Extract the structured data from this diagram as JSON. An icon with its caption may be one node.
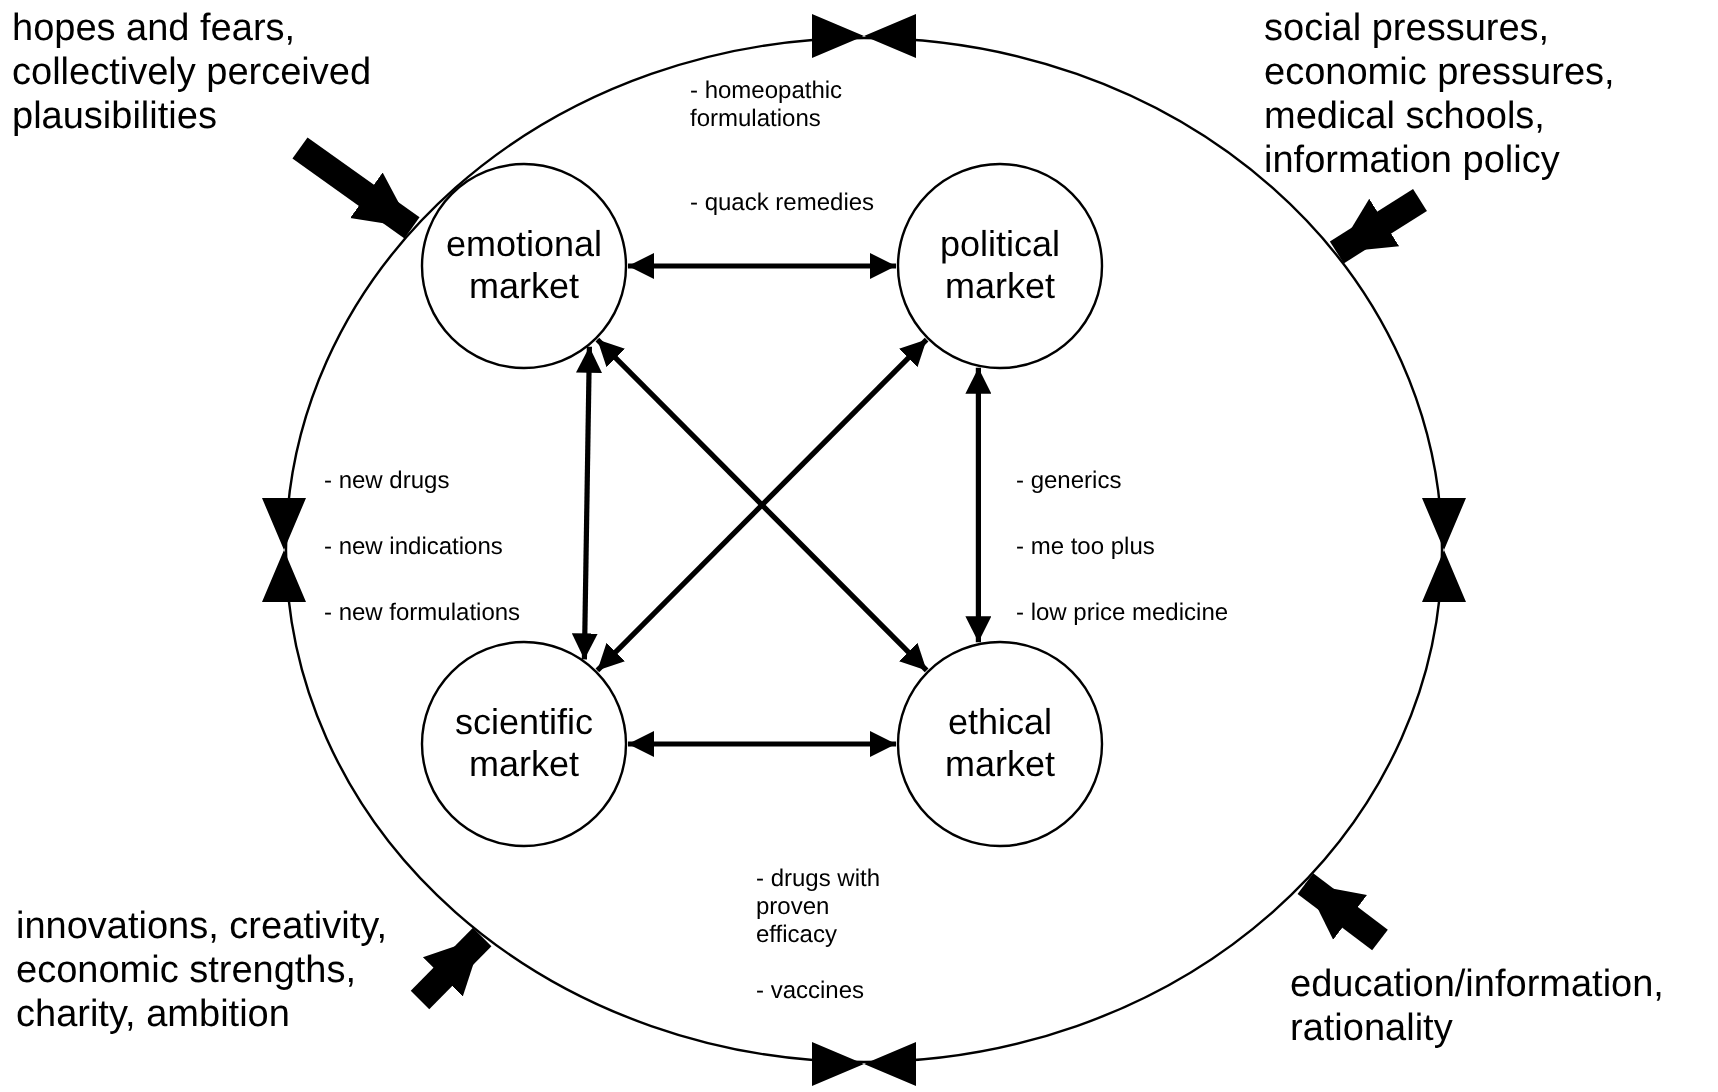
{
  "diagram": {
    "nodes": [
      {
        "text": [],
        "shape": "circle"
      },
      {
        "text": [
          "emotional market"
        ],
        "in": 0
      },
      {
        "text": [
          "political market"
        ],
        "in": 0
      },
      {
        "text": [
          "scientific market"
        ],
        "in": 0
      },
      {
        "text": [
          "ethical market"
        ],
        "in": 0
      },
      {
        "text": [
          "hopes and fears, collectively perceived plausibilities"
        ]
      },
      {
        "text": [
          "social pressures, economic pressures, medical schools, information policy"
        ]
      },
      {
        "text": [
          "innovations, creativity, economic strengths, charity, ambition"
        ]
      },
      {
        "text": [
          "education/information, rationality"
        ]
      }
    ],
    "edges": [
      {
        "from": 1,
        "to": 2,
        "arrow": "both"
      },
      {
        "from": 1,
        "to": 3,
        "arrow": "both"
      },
      {
        "from": 2,
        "to": 4,
        "arrow": "both"
      },
      {
        "from": 3,
        "to": 4,
        "arrow": "both"
      },
      {
        "from": 1,
        "to": 4,
        "arrow": "both"
      },
      {
        "from": 2,
        "to": 3,
        "arrow": "both"
      },
      {
        "from": 5,
        "to": 0,
        "arrow": "to",
        "style": "thick"
      },
      {
        "from": 6,
        "to": 0,
        "arrow": "to",
        "style": "thick"
      },
      {
        "from": 7,
        "to": 0,
        "arrow": "to",
        "style": "thick"
      },
      {
        "from": 8,
        "to": 0,
        "arrow": "to",
        "style": "thick"
      }
    ],
    "labels": [
      "- homeopathic formulations",
      "- quack remedies",
      "- new drugs",
      "- new indications",
      "- new formulations",
      "- generics",
      "- me too plus",
      "- low price medicine",
      "- drugs with proven efficacy",
      "- vaccines"
    ]
  }
}
